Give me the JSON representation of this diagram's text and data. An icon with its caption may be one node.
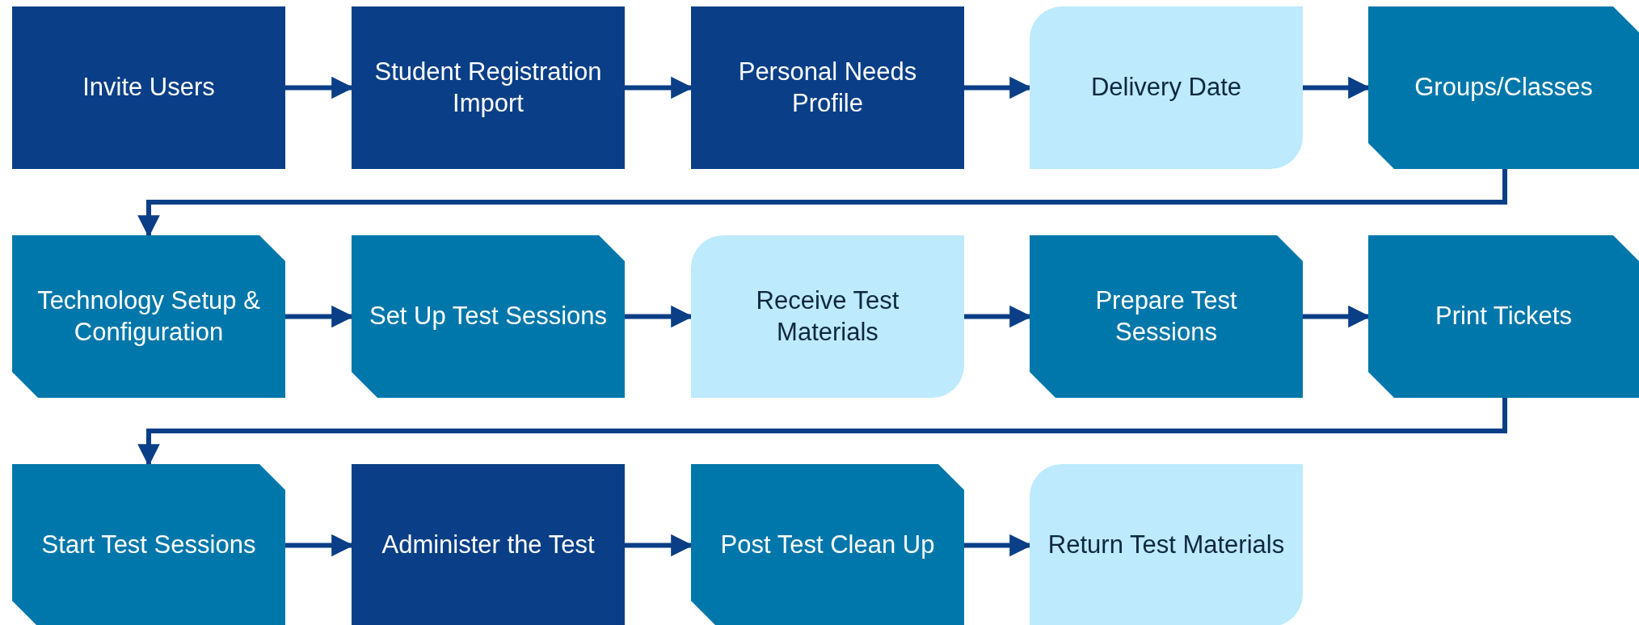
{
  "diagram": {
    "nodes": [
      {
        "text": [
          "Invite Users"
        ]
      },
      {
        "text": [
          "Student Registration Import"
        ]
      },
      {
        "text": [
          "Personal Needs Profile"
        ]
      },
      {
        "text": [
          "Delivery Date"
        ]
      },
      {
        "text": [
          "Groups/Classes"
        ]
      },
      {
        "text": [
          "Technology Setup & Configuration"
        ]
      },
      {
        "text": [
          "Set Up Test Sessions"
        ]
      },
      {
        "text": [
          "Receive Test Materials"
        ]
      },
      {
        "text": [
          "Prepare Test Sessions"
        ]
      },
      {
        "text": [
          "Print Tickets"
        ]
      },
      {
        "text": [
          "Start Test Sessions"
        ]
      },
      {
        "text": [
          "Administer the Test"
        ]
      },
      {
        "text": [
          "Post Test Clean Up"
        ]
      },
      {
        "text": [
          "Return Test Materials"
        ]
      }
    ],
    "edges": [
      {
        "from": 0,
        "to": 1,
        "arrow": "to"
      },
      {
        "from": 1,
        "to": 2,
        "arrow": "to"
      },
      {
        "from": 2,
        "to": 3,
        "arrow": "to"
      },
      {
        "from": 3,
        "to": 4,
        "arrow": "to"
      },
      {
        "from": 4,
        "to": 5,
        "arrow": "to"
      },
      {
        "from": 5,
        "to": 6,
        "arrow": "to"
      },
      {
        "from": 6,
        "to": 7,
        "arrow": "to"
      },
      {
        "from": 7,
        "to": 8,
        "arrow": "to"
      },
      {
        "from": 8,
        "to": 9,
        "arrow": "to"
      },
      {
        "from": 9,
        "to": 10,
        "arrow": "to"
      },
      {
        "from": 10,
        "to": 11,
        "arrow": "to"
      },
      {
        "from": 11,
        "to": 12,
        "arrow": "to"
      },
      {
        "from": 12,
        "to": 13,
        "arrow": "to"
      }
    ]
  }
}
